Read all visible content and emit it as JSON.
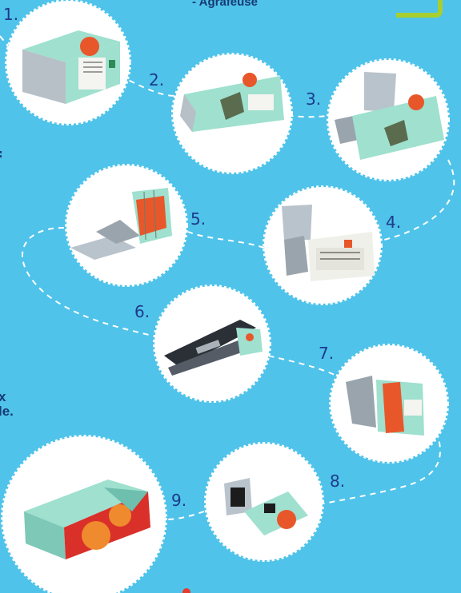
{
  "header": {
    "tool_note": "- Agrafeuse"
  },
  "side_note": {
    "line1": "x",
    "line2": "le."
  },
  "steps": [
    {
      "label": "1.",
      "icon": "juice-carton-icon"
    },
    {
      "label": "2.",
      "icon": "carton-bottom-cut-icon"
    },
    {
      "label": "3.",
      "icon": "carton-opened-icon"
    },
    {
      "label": "4.",
      "icon": "carton-folded-flap-icon"
    },
    {
      "label": "5.",
      "icon": "carton-accordion-icon"
    },
    {
      "label": "6.",
      "icon": "stapler-icon"
    },
    {
      "label": "7.",
      "icon": "wallet-pockets-icon"
    },
    {
      "label": "8.",
      "icon": "wallet-velcro-icon"
    },
    {
      "label": "9.",
      "icon": "finished-wallet-icon"
    }
  ],
  "colors": {
    "background": "#4fc3ea",
    "label": "#1e3a8a",
    "carton_teal": "#8fd8c8",
    "orange": "#e8572a"
  }
}
